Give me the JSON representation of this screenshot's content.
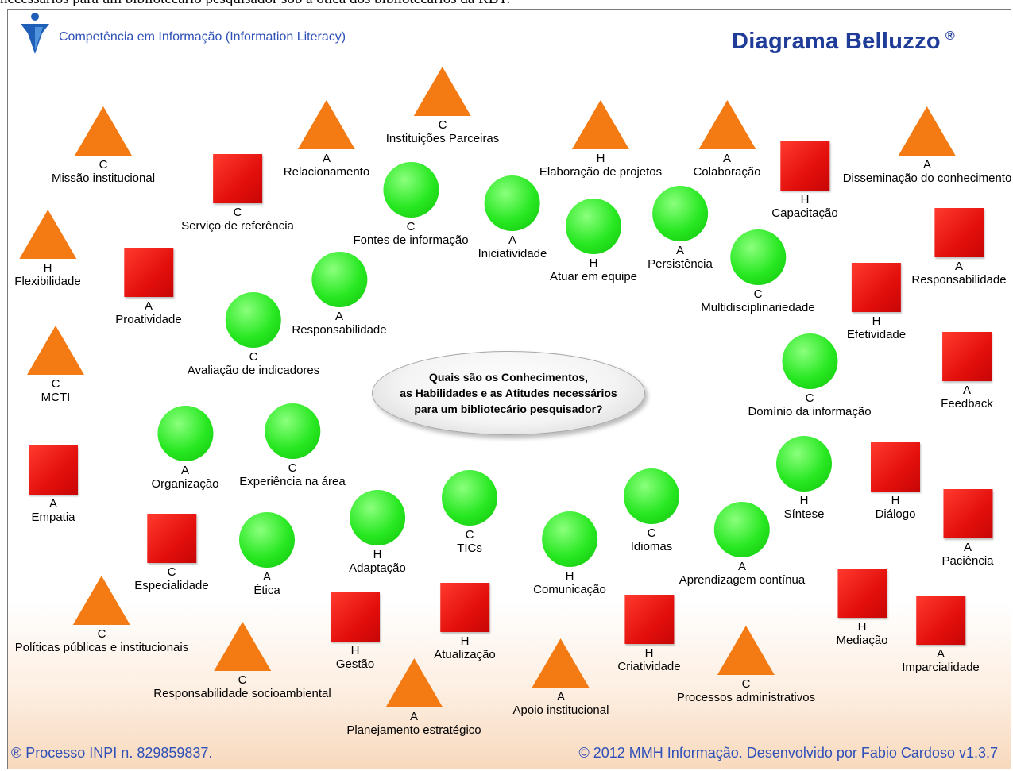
{
  "top_cut_text": "necessários para um bibliotecário pesquisador sob a ótica dos bibliotecários da RBT.",
  "header": {
    "subtitle": "Competência em Informação (Information Literacy)",
    "brand": "Diagrama Belluzzo",
    "registered_mark": "®"
  },
  "center_question": {
    "line1": "Quais são os Conhecimentos,",
    "line2": "as Habilidades e as Atitudes necessários",
    "line3": "para um bibliotecário pesquisador?"
  },
  "footer": {
    "left": "® Processo INPI n. 829859837.",
    "right": "© 2012 MMH Informação. Desenvolvido por Fabio Cardoso  v1.3.7"
  },
  "colors": {
    "triangle": "#f47a14",
    "square": "#e30f0c",
    "circle": "#27e821",
    "brand_blue": "#1f3c99"
  },
  "nodes": [
    {
      "shape": "triangle",
      "code": "C",
      "label": "Missão institucional"
    },
    {
      "shape": "square",
      "code": "C",
      "label": "Serviço de referência"
    },
    {
      "shape": "triangle",
      "code": "A",
      "label": "Relacionamento"
    },
    {
      "shape": "triangle",
      "code": "C",
      "label": "Instituições Parceiras"
    },
    {
      "shape": "circle",
      "code": "C",
      "label": "Fontes de informação"
    },
    {
      "shape": "circle",
      "code": "A",
      "label": "Iniciatividade"
    },
    {
      "shape": "triangle",
      "code": "H",
      "label": "Elaboração de projetos"
    },
    {
      "shape": "circle",
      "code": "H",
      "label": "Atuar em equipe"
    },
    {
      "shape": "circle",
      "code": "A",
      "label": "Persistência"
    },
    {
      "shape": "triangle",
      "code": "A",
      "label": "Colaboração"
    },
    {
      "shape": "square",
      "code": "H",
      "label": "Capacitação"
    },
    {
      "shape": "triangle",
      "code": "A",
      "label": "Disseminação do conhecimento"
    },
    {
      "shape": "triangle",
      "code": "H",
      "label": "Flexibilidade"
    },
    {
      "shape": "square",
      "code": "A",
      "label": "Proatividade"
    },
    {
      "shape": "circle",
      "code": "A",
      "label": "Responsabilidade"
    },
    {
      "shape": "circle",
      "code": "C",
      "label": "Multidisciplinariedade"
    },
    {
      "shape": "square",
      "code": "A",
      "label": "Responsabilidade"
    },
    {
      "shape": "circle",
      "code": "C",
      "label": "Avaliação de indicadores"
    },
    {
      "shape": "square",
      "code": "H",
      "label": "Efetividade"
    },
    {
      "shape": "triangle",
      "code": "C",
      "label": "MCTI"
    },
    {
      "shape": "circle",
      "code": "C",
      "label": "Domínio da informação"
    },
    {
      "shape": "square",
      "code": "A",
      "label": "Feedback"
    },
    {
      "shape": "circle",
      "code": "A",
      "label": "Organização"
    },
    {
      "shape": "circle",
      "code": "C",
      "label": "Experiência na área"
    },
    {
      "shape": "square",
      "code": "A",
      "label": "Empatia"
    },
    {
      "shape": "circle",
      "code": "H",
      "label": "Síntese"
    },
    {
      "shape": "square",
      "code": "H",
      "label": "Diálogo"
    },
    {
      "shape": "square",
      "code": "A",
      "label": "Paciência"
    },
    {
      "shape": "circle",
      "code": "H",
      "label": "Adaptação"
    },
    {
      "shape": "circle",
      "code": "C",
      "label": "TICs"
    },
    {
      "shape": "circle",
      "code": "C",
      "label": "Idiomas"
    },
    {
      "shape": "square",
      "code": "C",
      "label": "Especialidade"
    },
    {
      "shape": "circle",
      "code": "A",
      "label": "Ética"
    },
    {
      "shape": "circle",
      "code": "H",
      "label": "Comunicação"
    },
    {
      "shape": "circle",
      "code": "A",
      "label": "Aprendizagem contínua"
    },
    {
      "shape": "square",
      "code": "H",
      "label": "Mediação"
    },
    {
      "shape": "square",
      "code": "A",
      "label": "Imparcialidade"
    },
    {
      "shape": "triangle",
      "code": "C",
      "label": "Políticas públicas e institucionais"
    },
    {
      "shape": "square",
      "code": "H",
      "label": "Gestão"
    },
    {
      "shape": "square",
      "code": "H",
      "label": "Atualização"
    },
    {
      "shape": "triangle",
      "code": "C",
      "label": "Responsabilidade socioambiental"
    },
    {
      "shape": "square",
      "code": "H",
      "label": "Criatividade"
    },
    {
      "shape": "triangle",
      "code": "A",
      "label": "Apoio institucional"
    },
    {
      "shape": "triangle",
      "code": "C",
      "label": "Processos administrativos"
    },
    {
      "shape": "triangle",
      "code": "A",
      "label": "Planejamento estratégico"
    }
  ]
}
